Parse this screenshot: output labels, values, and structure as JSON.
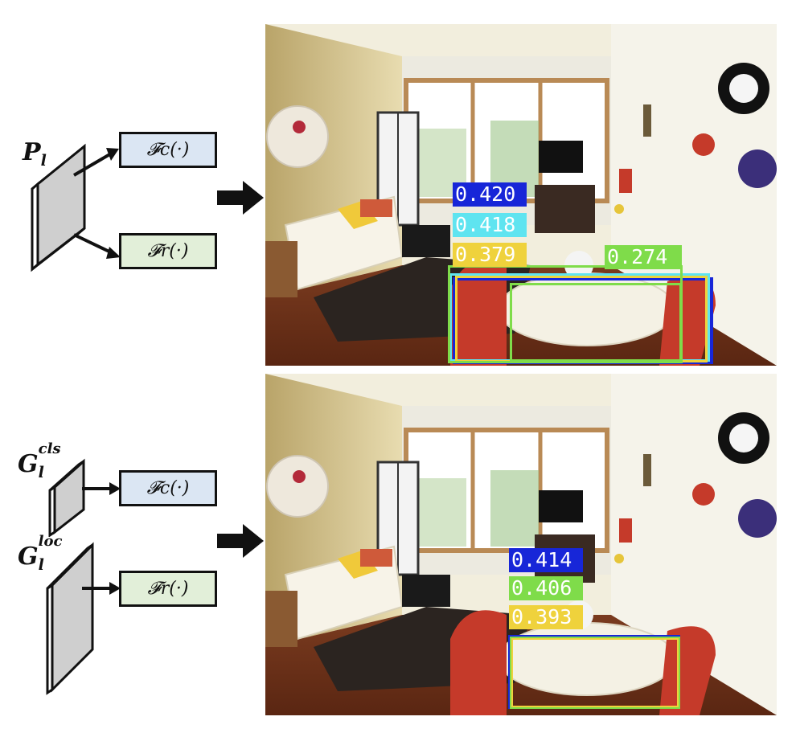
{
  "top_row": {
    "feature_label": {
      "base": "P",
      "sub": "l"
    },
    "cls_head": "𝓕c(·)",
    "reg_head": "𝓕r(·)",
    "detections": [
      {
        "score": "0.420",
        "color": "#1726d8"
      },
      {
        "score": "0.418",
        "color": "#5fe4f0"
      },
      {
        "score": "0.379",
        "color": "#efd23c"
      },
      {
        "score": "0.274",
        "color": "#7fdc4a"
      }
    ]
  },
  "bottom_row": {
    "cls_feature_label": {
      "base": "G",
      "sub": "l",
      "sup": "cls"
    },
    "loc_feature_label": {
      "base": "G",
      "sub": "l",
      "sup": "loc"
    },
    "cls_head": "𝓕c(·)",
    "reg_head": "𝓕r(·)",
    "detections": [
      {
        "score": "0.414",
        "color": "#1726d8"
      },
      {
        "score": "0.406",
        "color": "#7fdc4a"
      },
      {
        "score": "0.393",
        "color": "#efd23c"
      }
    ]
  }
}
